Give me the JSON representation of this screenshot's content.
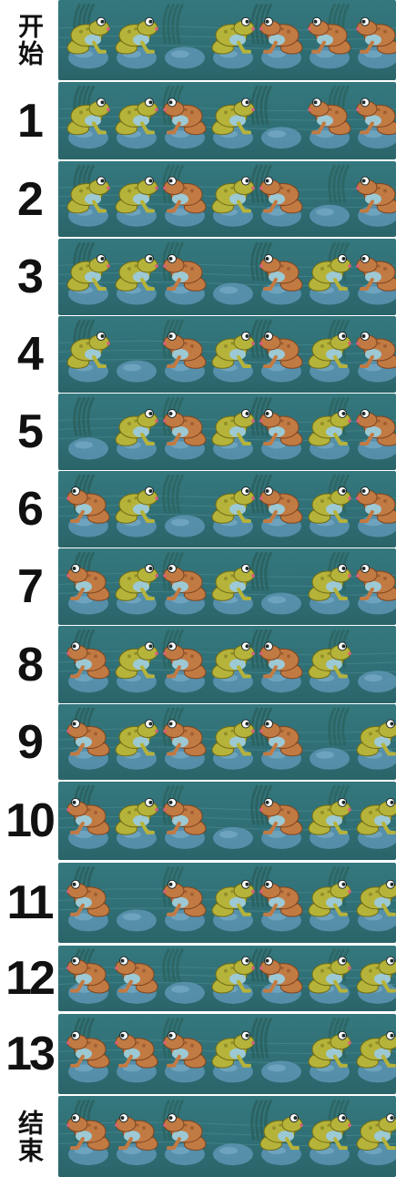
{
  "rows": [
    {
      "label": "开始",
      "frogs": [
        "Y",
        "Y",
        "",
        "Y",
        "B",
        "B",
        "B"
      ]
    },
    {
      "label": "1",
      "frogs": [
        "Y",
        "Y",
        "B",
        "Y",
        "",
        "B",
        "B"
      ]
    },
    {
      "label": "2",
      "frogs": [
        "Y",
        "Y",
        "B",
        "Y",
        "B",
        "",
        "B"
      ]
    },
    {
      "label": "3",
      "frogs": [
        "Y",
        "Y",
        "B",
        "",
        "B",
        "Y",
        "B"
      ]
    },
    {
      "label": "4",
      "frogs": [
        "Y",
        "",
        "B",
        "Y",
        "B",
        "Y",
        "B"
      ]
    },
    {
      "label": "5",
      "frogs": [
        "",
        "Y",
        "B",
        "Y",
        "B",
        "Y",
        "B"
      ]
    },
    {
      "label": "6",
      "frogs": [
        "B",
        "Y",
        "",
        "Y",
        "B",
        "Y",
        "B"
      ]
    },
    {
      "label": "7",
      "frogs": [
        "B",
        "Y",
        "B",
        "Y",
        "",
        "Y",
        "B"
      ]
    },
    {
      "label": "8",
      "frogs": [
        "B",
        "Y",
        "B",
        "Y",
        "B",
        "Y",
        ""
      ]
    },
    {
      "label": "9",
      "frogs": [
        "B",
        "Y",
        "B",
        "Y",
        "B",
        "",
        "Y"
      ]
    },
    {
      "label": "10",
      "frogs": [
        "B",
        "Y",
        "B",
        "",
        "B",
        "Y",
        "Y"
      ]
    },
    {
      "label": "11",
      "frogs": [
        "B",
        "",
        "B",
        "Y",
        "B",
        "Y",
        "Y"
      ]
    },
    {
      "label": "12",
      "frogs": [
        "B",
        "B",
        "",
        "Y",
        "B",
        "Y",
        "Y"
      ]
    },
    {
      "label": "13",
      "frogs": [
        "B",
        "B",
        "B",
        "Y",
        "",
        "Y",
        "Y"
      ]
    },
    {
      "label": "结束",
      "frogs": [
        "B",
        "B",
        "B",
        "",
        "Y",
        "Y",
        "Y"
      ]
    }
  ],
  "colors": {
    "water": "#2f6f75",
    "stone": "#5d95b4",
    "frog_yellow": "#b6b33a",
    "frog_brown": "#c27a43",
    "frog_belly_blue": "#9cc9d4"
  }
}
